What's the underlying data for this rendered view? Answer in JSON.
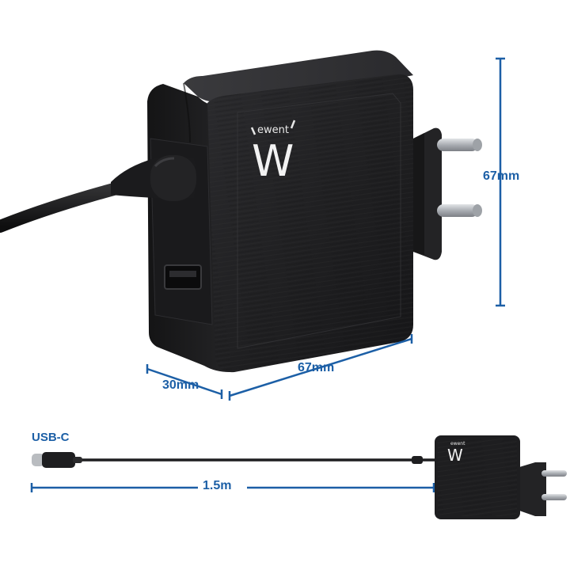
{
  "product": {
    "brand_text": "ewent",
    "logo_glyph": "W",
    "port_label": "USB-C"
  },
  "dimensions": {
    "height": "67mm",
    "width": "67mm",
    "depth": "30mm",
    "cable_length": "1.5m"
  },
  "colors": {
    "accent": "#1c5fa6",
    "body": "#1e1e20",
    "background": "#ffffff",
    "pin": "#b9bcc0"
  }
}
